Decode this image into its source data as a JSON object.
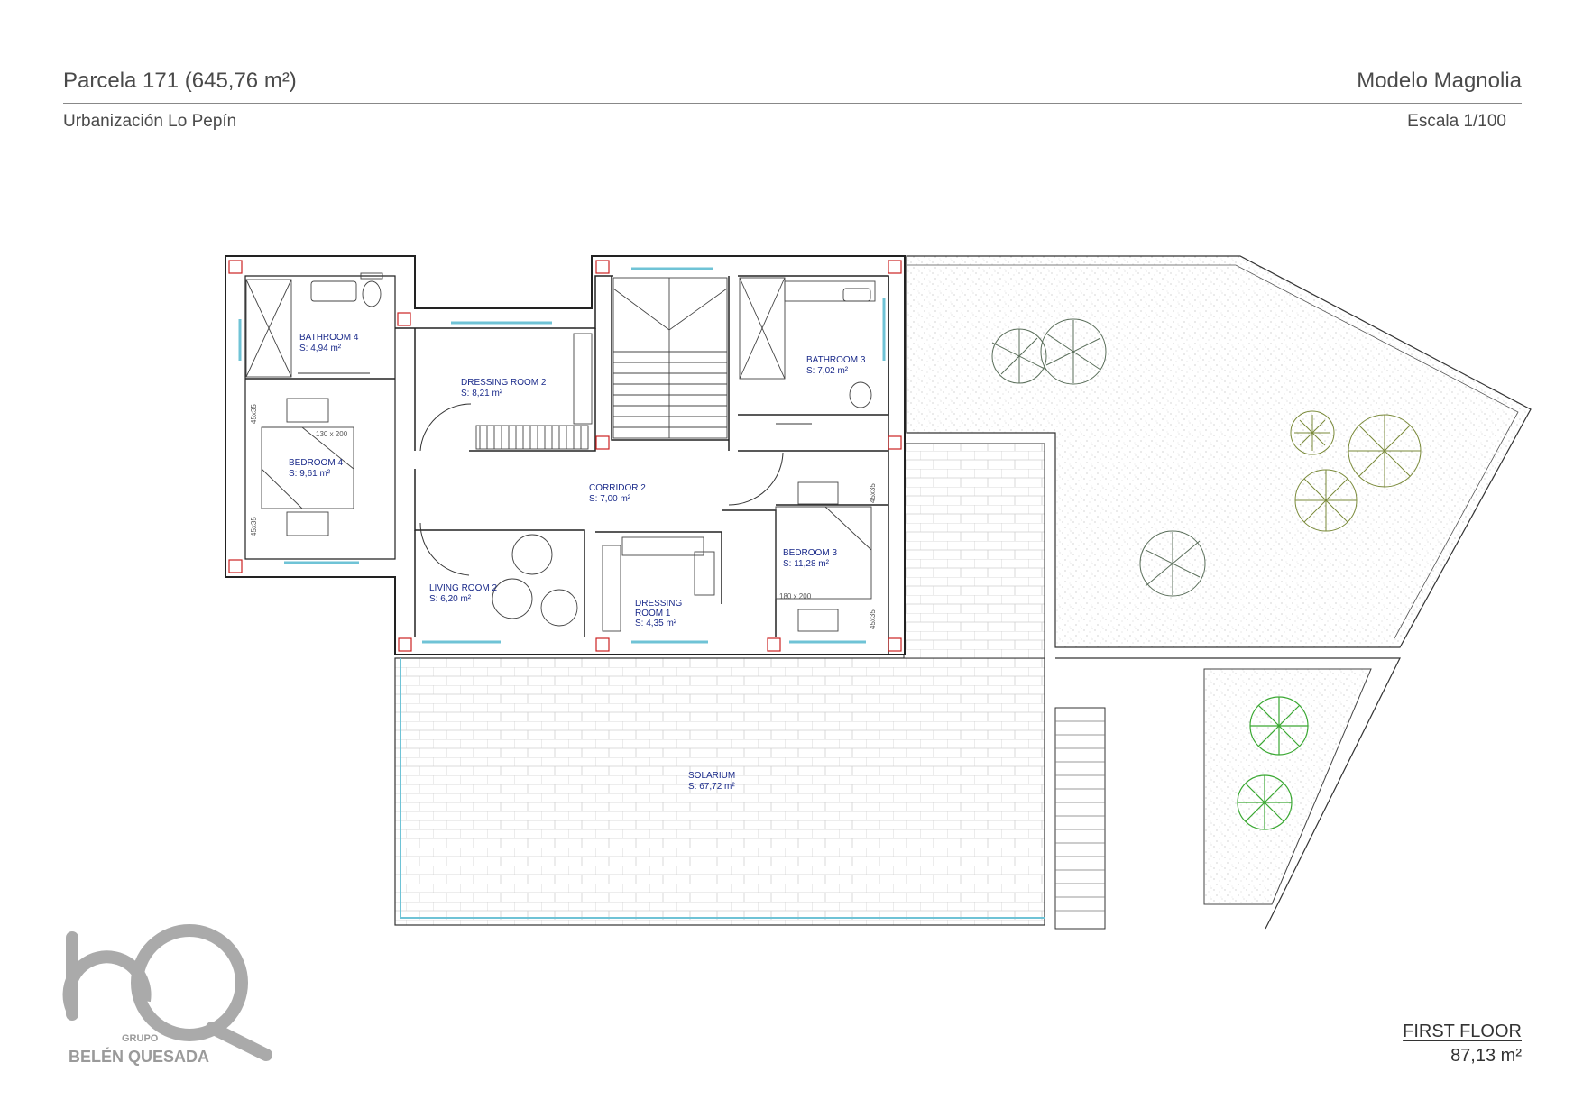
{
  "header": {
    "plot": "Parcela 171 (645,76 m²)",
    "model": "Modelo Magnolia",
    "urbanization": "Urbanización Lo Pepín",
    "scale": "Escala 1/100"
  },
  "footer": {
    "floor": "FIRST FLOOR",
    "floor_area": "87,13 m²"
  },
  "logo": {
    "group": "GRUPO",
    "name": "BELÉN QUESADA"
  },
  "rooms": {
    "bathroom4": {
      "name": "BATHROOM 4",
      "area": "S: 4,94 m²"
    },
    "dressing2": {
      "name": "DRESSING ROOM 2",
      "area": "S: 8,21 m²"
    },
    "bathroom3": {
      "name": "BATHROOM 3",
      "area": "S: 7,02 m²"
    },
    "bedroom4": {
      "name": "BEDROOM 4",
      "area": "S: 9,61 m²"
    },
    "corridor2": {
      "name": "CORRIDOR 2",
      "area": "S: 7,00 m²"
    },
    "bedroom3": {
      "name": "BEDROOM 3",
      "area": "S: 11,28 m²"
    },
    "living2": {
      "name": "LIVING ROOM 2",
      "area": "S: 6,20 m²"
    },
    "dressing1": {
      "name_line1": "DRESSING",
      "name_line2": "ROOM 1",
      "area": "S: 4,35 m²"
    },
    "solarium": {
      "name": "SOLARIUM",
      "area": "S: 67,72 m²"
    }
  },
  "dimensions": {
    "bed4": "130 x 200",
    "bed3": "180 x 200",
    "nightstand": "45x35",
    "nightstand_b": "45x35"
  },
  "colors": {
    "wall": "#222222",
    "room_label": "#1a2a8a",
    "column_marker": "#cc2222",
    "window_glass": "#6fc3d6",
    "plant_dark": "#5a6e5a",
    "plant_olive": "#7a8a3a",
    "plant_green": "#3aa832",
    "logo": "#aaaaaa"
  }
}
